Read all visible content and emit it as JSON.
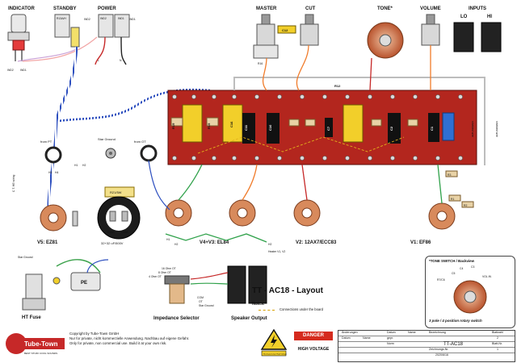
{
  "title": "TT - AC18 - Layout",
  "notes_label": "Notes:",
  "legend_text": "Connections under the board",
  "copyright": [
    "Copyright by Tube-Town GmbH",
    "Nur for private, nicht kommerzielle Anwendung. Nachbau auf eigene Gefahr.",
    "Only for private, non commercial use. Build it at your own risk."
  ],
  "logo_text": "Tube-Town",
  "logo_sub": "BEST STUFF  COOL SOUNDS",
  "danger": "DANGER",
  "high_voltage": "HIGH VOLTAGE",
  "warning_sub": "Hochspannung / High Voltage",
  "footer": {
    "changes": "Änderungen",
    "date": "Datum",
    "name": "Name",
    "designation": "Bezeichnung",
    "sheet": "Blattzahl",
    "sheet_value": "2",
    "sheet_no": "Blatt-Nr.",
    "sheet_no_value": "1",
    "drawing_no": "Zeichnungs-Nr.",
    "drawing_value": "TT-AC18",
    "date_value": "2020/6/16",
    "gepr": "gepr.",
    "norm": "Norm",
    "datum_label": "Datum",
    "name_label": "Name"
  },
  "labels": {
    "indicator": "INDICATOR",
    "standby": "STANDBY",
    "power": "POWER",
    "master": "MASTER",
    "cut": "CUT",
    "tone": "TONE*",
    "volume": "VOLUME",
    "inputs": "INPUTS",
    "lo": "LO",
    "hi": "HI",
    "from_pt": "from PT",
    "from_ot": "from OT",
    "star_ground": "Star Ground",
    "v5": "V5: EZ81",
    "v4v3": "V4+V3: EL84",
    "v2": "V2: 12AX7/ECC83",
    "v1": "V1: EF86",
    "filter_cap": "32+32 uF/500V",
    "r21": "R21/5W",
    "c14a": "C14A",
    "c14b": "C14B",
    "impedance": "Impedance Selector",
    "speaker_output": "Speaker Output",
    "ht_fuse": "HT Fuse",
    "pe": "PE",
    "l": "L",
    "n": "N",
    "ind1": "IND1",
    "ind2": "IND2",
    "h1": "H1",
    "h2": "H2",
    "h3": "H3",
    "h4": "H4",
    "heater": "Heater V1, V2",
    "ohm16": "16 Ohm OT",
    "ohm8": "8 Ohm OT",
    "ohm4": "4 Ohm OT",
    "com": "COM",
    "ot": "OT",
    "star_ground_short": "Star Ground",
    "wiring_left": "C T. HE wiring",
    "shielded_wire": "shielded wire",
    "tone_switch": "*TONE SWITCH / Backview",
    "rotary": "3 pole / 4 position rotary switch",
    "r7c6": "R7/C6",
    "c5": "C5",
    "c4": "C4",
    "c3": "C3",
    "vol_in": "VOL IN",
    "c12": "C12",
    "r16": "R16",
    "r12": "R12",
    "r1": "R1",
    "r2": "R2",
    "r3": "R3",
    "r15": "R15",
    "r19": "R19",
    "c16": "C16",
    "c11": "C11",
    "c10": "C10",
    "c7": "C7",
    "c2": "C2",
    "c1": "C1"
  }
}
